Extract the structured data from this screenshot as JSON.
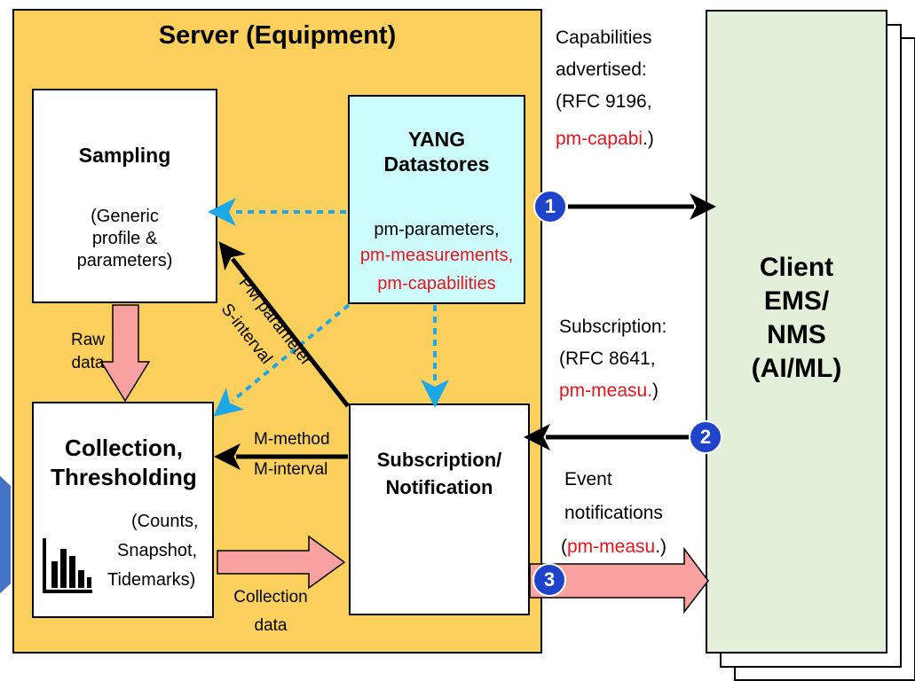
{
  "server": {
    "title": "Server (Equipment)",
    "fill": "#fbcf5c"
  },
  "sampling": {
    "title": "Sampling",
    "lines": [
      "(Generic",
      "profile &",
      "parameters)"
    ]
  },
  "yang": {
    "title_lines": [
      "YANG",
      "Datastores"
    ],
    "items": [
      {
        "text": "pm-parameters,",
        "color": "#000000"
      },
      {
        "text": "pm-measurements,",
        "color": "#e8141c"
      },
      {
        "text": "pm-capabilities",
        "color": "#e8141c"
      }
    ],
    "fill": "#ccfcfc"
  },
  "collection": {
    "title_lines": [
      "Collection,",
      "Thresholding"
    ],
    "lines": [
      "(Counts,",
      "Snapshot,",
      "Tidemarks)"
    ],
    "icon": "bar-chart-icon"
  },
  "subscription": {
    "title_lines": [
      "Subscription/",
      "Notification"
    ]
  },
  "labels": {
    "raw_data": [
      "Raw",
      "data"
    ],
    "pm_parameter": "PM parameter",
    "s_interval": "S-interval",
    "m_method": "M-method",
    "m_interval": "M-interval",
    "collection_data": [
      "Collection",
      "data"
    ]
  },
  "client": {
    "lines": [
      "Client",
      "EMS/",
      "NMS",
      "(AI/ML)"
    ],
    "fill": "#e2efd9"
  },
  "flows": {
    "capabilities": {
      "badge": "1",
      "lines": [
        "Capabilities",
        "advertised:",
        "(RFC 9196,"
      ],
      "red": "pm-capabi",
      "close": ".)"
    },
    "subscription": {
      "badge": "2",
      "lines": [
        "Subscription:",
        "(RFC 8641,"
      ],
      "red": "pm-measu.",
      "close": ")"
    },
    "events": {
      "badge": "3",
      "lines": [
        "Event",
        "notifications"
      ],
      "open": "(",
      "red": "pm-measu",
      "close": ".)"
    }
  },
  "colors": {
    "arrow_pink": "#f7a1a1",
    "dotted_blue": "#1ea7e6",
    "badge_blue": "#1f43c9",
    "accent_red": "#e8141c",
    "chevron": "#4472c4"
  }
}
